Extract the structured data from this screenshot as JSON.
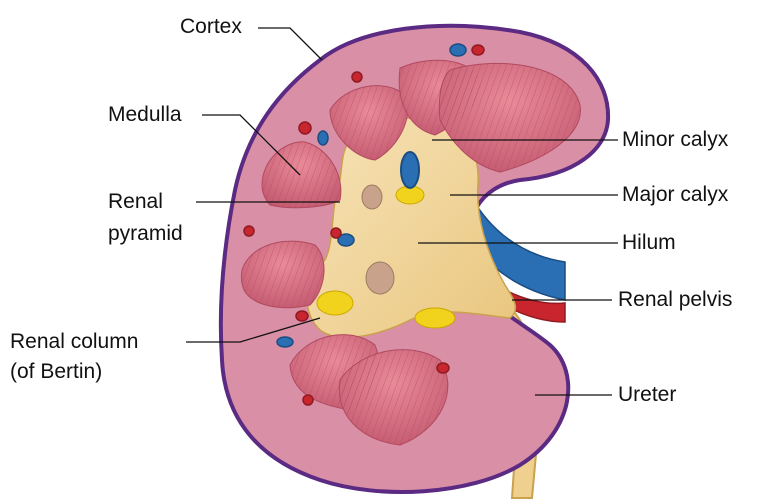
{
  "diagram": {
    "labels": {
      "cortex": "Cortex",
      "medulla": "Medulla",
      "renal_pyramid_line1": "Renal",
      "renal_pyramid_line2": "pyramid",
      "renal_column_line1": "Renal column",
      "renal_column_line2": "(of Bertin)",
      "minor_calyx": "Minor calyx",
      "major_calyx": "Major calyx",
      "hilum": "Hilum",
      "renal_pelvis": "Renal pelvis",
      "ureter": "Ureter"
    },
    "colors": {
      "capsule": "#5b2a83",
      "cortex": "#d98fa5",
      "pyramid": "#d36a7e",
      "pyramid_striation": "#a33f55",
      "sinus": "#f4d9a2",
      "pelvis": "#efd08f",
      "vein": "#2a6fb4",
      "artery": "#c8252f",
      "fat": "#f1d21c",
      "leader_line": "#111111"
    }
  }
}
